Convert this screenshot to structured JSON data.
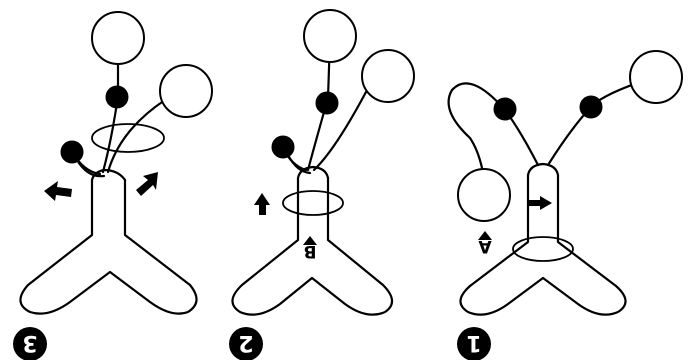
{
  "panels": [
    {
      "step": "3",
      "label": ""
    },
    {
      "step": "2",
      "label": "B"
    },
    {
      "step": "1",
      "label": "A"
    }
  ]
}
